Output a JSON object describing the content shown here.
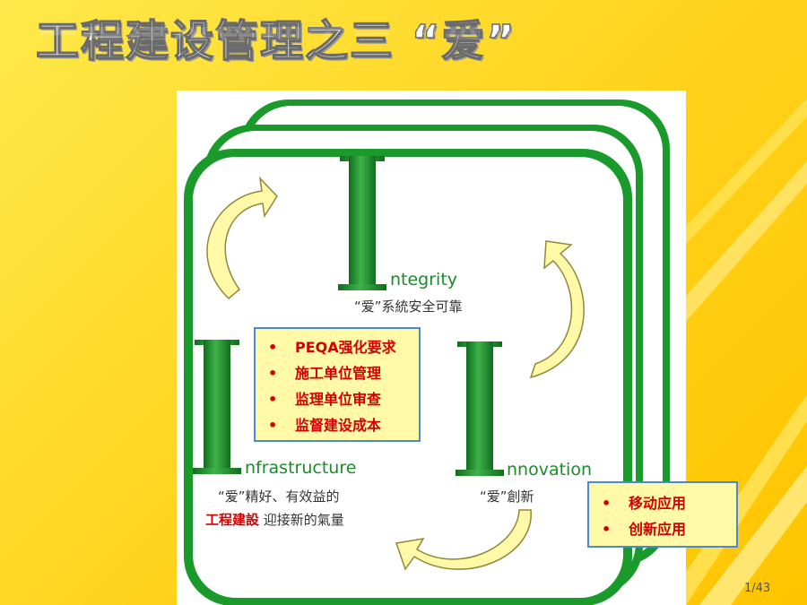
{
  "slide": {
    "title": "工程建设管理之三 “爱”",
    "page_number": "1/43"
  },
  "pillars": {
    "integrity": {
      "letter": "I",
      "word": "ntegrity",
      "caption": "“爱”系統安全可靠"
    },
    "infrastructure": {
      "letter": "I",
      "word": "nfrastructure",
      "caption_line1": "“爱”精好、有效益的",
      "caption_line2_red": "工程建設",
      "caption_line2_rest": " 迎接新的氣量"
    },
    "innovation": {
      "letter": "I",
      "word": "nnovation",
      "caption": "“爱”創新"
    }
  },
  "left_box": {
    "items": [
      "PEQA强化要求",
      "施工单位管理",
      "监理单位审查",
      "监督建设成本"
    ]
  },
  "right_box": {
    "items": [
      "移动应用",
      "创新应用"
    ]
  },
  "colors": {
    "green": "#1b8c2a",
    "dark_green": "#0f6e1c",
    "red": "#d40000",
    "box_bg": "#fff9a8",
    "box_border": "#4a8ad4",
    "arrow_fill": "#fff9a8",
    "arrow_stroke": "#8f8a3a"
  }
}
